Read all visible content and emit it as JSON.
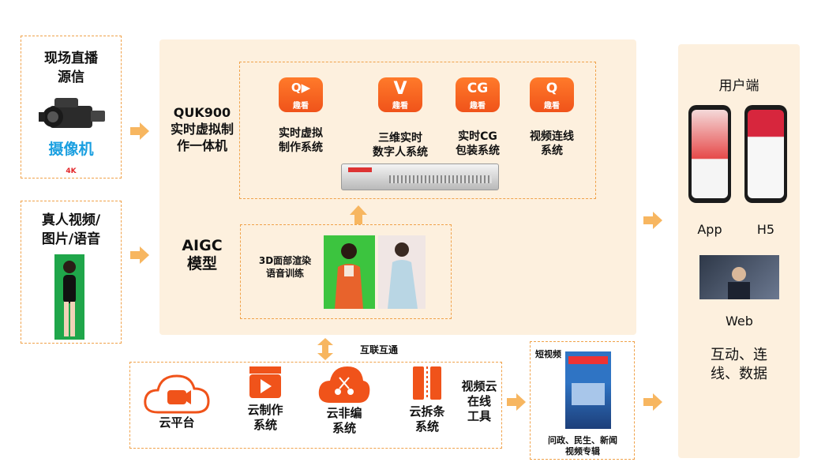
{
  "left": {
    "box1_title": "现场直播\n源信",
    "box1_caption": "摄像机",
    "box1_sub": "4K",
    "box2_title": "真人视频/\n图片/语音"
  },
  "center": {
    "quk_label": "QUK900\n实时虚拟制\n作一体机",
    "aigc_label": "AIGC\n模型",
    "apps": [
      {
        "label": "实时虚拟\n制作系统",
        "badge": "趣看",
        "glyph": "Q▶"
      },
      {
        "label": "三维实时\n数字人系统",
        "badge": "趣看",
        "glyph": "V"
      },
      {
        "label": "实时CG\n包装系统",
        "badge": "趣看",
        "glyph": "CG"
      },
      {
        "label": "视频连线\n系统",
        "badge": "趣看",
        "glyph": "Q"
      }
    ],
    "render_label": "3D面部渲染\n语音训练",
    "interconnect": "互联互通"
  },
  "cloud": {
    "items": [
      {
        "label": "云平台"
      },
      {
        "label": "云制作\n系统"
      },
      {
        "label": "云非编\n系统"
      },
      {
        "label": "云拆条\n系统"
      }
    ],
    "tools_label": "视频云\n在线\n工具"
  },
  "shortvideo": {
    "title": "短视频",
    "caption": "问政、民生、新闻\n视频专辑"
  },
  "user": {
    "title": "用户端",
    "app": "App",
    "h5": "H5",
    "web": "Web",
    "features": "互动、连\n线、数据"
  },
  "colors": {
    "accent": "#f0531a",
    "panel": "#fdf0de",
    "arrow": "#f7b660",
    "dash": "#f0a24a",
    "camera_caption": "#1a9fe0"
  }
}
